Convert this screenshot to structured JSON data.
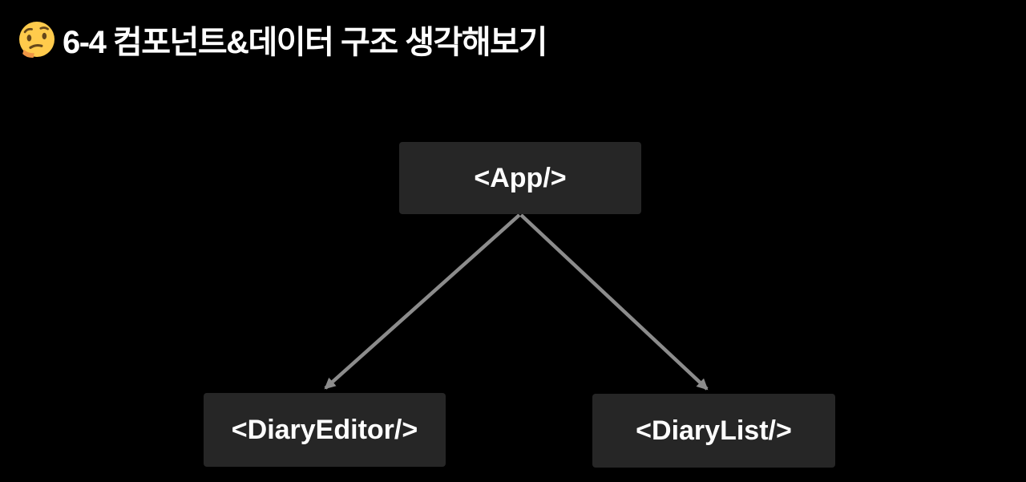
{
  "slide": {
    "title": "6-4 컴포넌트&데이터 구조 생각해보기",
    "title_emoji": "🤔",
    "background_color": "#000000",
    "title_color": "#ffffff"
  },
  "icons": {
    "title_icon": "thinking-face"
  },
  "diagram": {
    "type": "component-tree",
    "node_bg_color": "#262626",
    "node_text_color": "#ffffff",
    "arrow_color": "#8c8c8c",
    "nodes": {
      "app": {
        "label": "<App/>"
      },
      "diary_editor": {
        "label": "<DiaryEditor/>"
      },
      "diary_list": {
        "label": "<DiaryList/>"
      }
    },
    "edges": [
      {
        "from": "App",
        "to": "DiaryEditor"
      },
      {
        "from": "App",
        "to": "DiaryList"
      }
    ]
  }
}
